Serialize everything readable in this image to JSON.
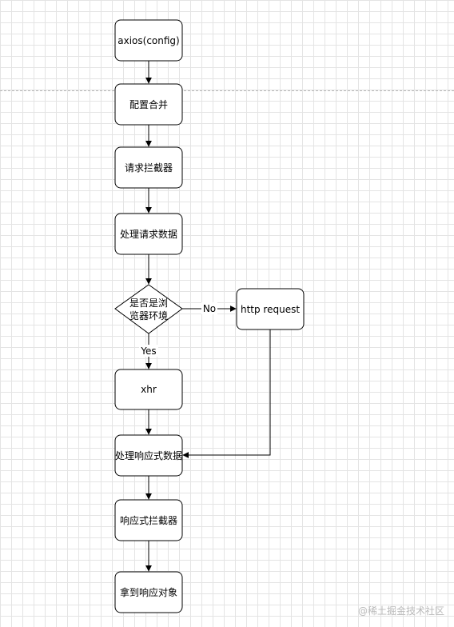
{
  "nodes": {
    "start": "axios(config)",
    "merge": "配置合并",
    "req_interceptor": "请求拦截器",
    "transform_request": "处理请求数据",
    "decision_line1": "是否是浏",
    "decision_line2": "览器环境",
    "http_request": "http request",
    "xhr": "xhr",
    "transform_response": "处理响应式数据",
    "res_interceptor": "响应式拦截器",
    "result": "拿到响应对象"
  },
  "edges": {
    "no_label": "No",
    "yes_label": "Yes"
  },
  "watermark": "@稀土掘金技术社区",
  "colors": {
    "stroke": "#000000",
    "fill": "#ffffff",
    "grid": "#e4e4e4",
    "watermark": "#b9b9b9"
  }
}
